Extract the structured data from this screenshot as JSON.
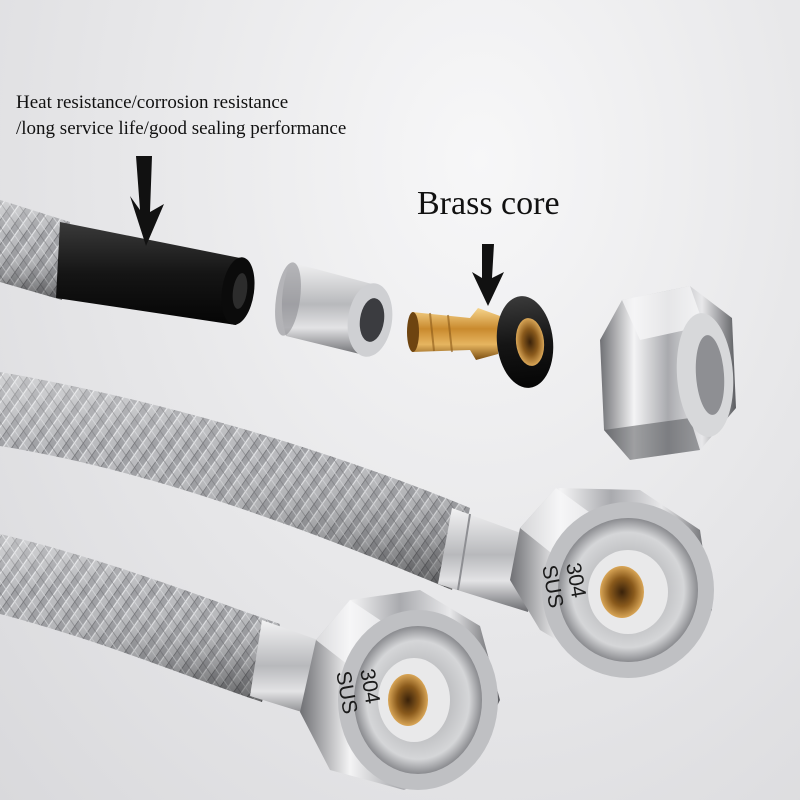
{
  "caption_features_line1": "Heat resistance/corrosion resistance",
  "caption_features_line2": "/long service life/good sealing performance",
  "caption_core": "Brass core",
  "nut_marking_top": "SUS",
  "nut_marking_bottom": "304",
  "colors": {
    "background": "#e9e9ea",
    "brass": "#c98a2e",
    "chrome": "#c8c9cc",
    "rubber": "#151515",
    "text": "#111111"
  }
}
